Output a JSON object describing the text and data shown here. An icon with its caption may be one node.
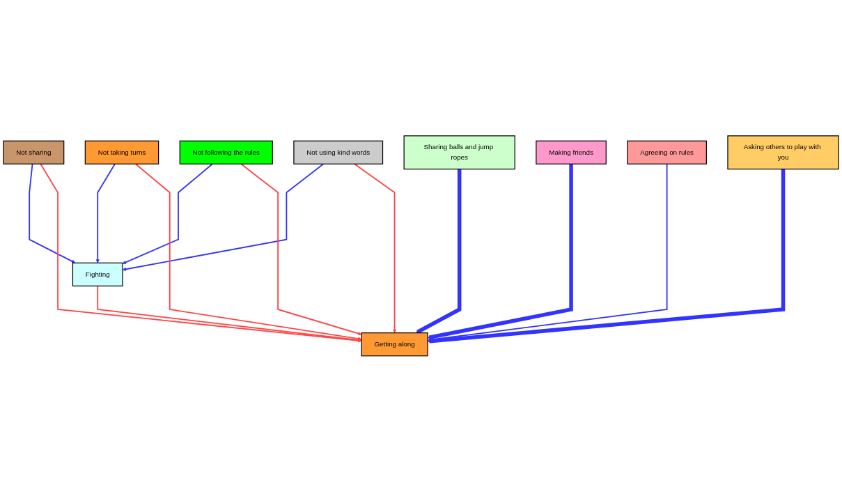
{
  "diagram": {
    "nodes": [
      {
        "text": [
          "Fighting"
        ]
      },
      {
        "text": [
          "Not sharing"
        ]
      },
      {
        "text": [
          "Sharing balls and jump ropes"
        ]
      },
      {
        "text": [
          "Not taking turns"
        ]
      },
      {
        "text": [
          "Getting along"
        ]
      },
      {
        "text": [
          "Making friends"
        ]
      },
      {
        "text": [
          "Not following the rules"
        ]
      },
      {
        "text": [
          "Not using kind words"
        ]
      },
      {
        "text": [
          "Agreeing on rules"
        ]
      },
      {
        "text": [
          "Asking others to play with you"
        ]
      }
    ],
    "edges": [
      {
        "from": 1,
        "to": 0,
        "arrow": "to"
      },
      {
        "from": 3,
        "to": 0,
        "arrow": "to"
      },
      {
        "from": 6,
        "to": 0,
        "arrow": "to"
      },
      {
        "from": 7,
        "to": 0,
        "arrow": "to"
      },
      {
        "from": 0,
        "to": 4,
        "arrow": "to",
        "color": "#ff4444"
      },
      {
        "from": 1,
        "to": 4,
        "arrow": "to",
        "color": "#ff4444"
      },
      {
        "from": 3,
        "to": 4,
        "arrow": "to",
        "color": "#ff4444"
      },
      {
        "from": 6,
        "to": 4,
        "arrow": "to",
        "color": "#ff4444"
      },
      {
        "from": 7,
        "to": 4,
        "arrow": "to",
        "color": "#ff4444"
      },
      {
        "from": 2,
        "to": 4,
        "arrow": "to",
        "style": "thick"
      },
      {
        "from": 5,
        "to": 4,
        "arrow": "to",
        "style": "thick"
      },
      {
        "from": 8,
        "to": 4,
        "arrow": "to"
      },
      {
        "from": 9,
        "to": 4,
        "arrow": "to",
        "style": "thick"
      }
    ]
  }
}
